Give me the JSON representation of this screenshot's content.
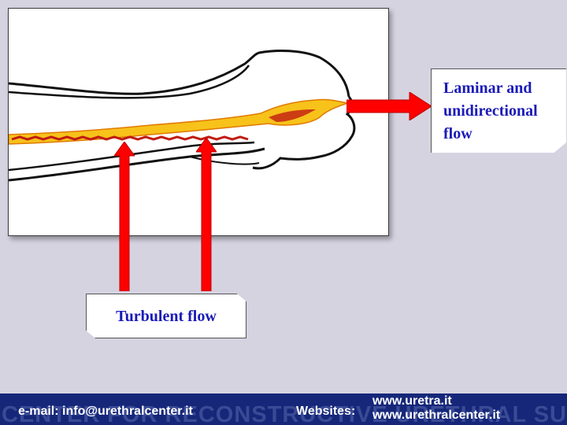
{
  "callouts": {
    "laminar_line1": "Laminar and",
    "laminar_line2": "unidirectional",
    "laminar_line3": "flow",
    "turbulent": "Turbulent flow"
  },
  "footer": {
    "watermark": "CENTER FOR RECONSTRUCTIVE URETHRAL SURGERY",
    "email": "e-mail: info@urethralcenter.it",
    "websites_label": "Websites:",
    "website_1": "www.uretra.it",
    "website_2": "www.urethralcenter.it"
  },
  "colors": {
    "background": "#d6d3e1",
    "footer": "#16277a",
    "callout_text": "#1a1ab8",
    "arrow": "#ff0000",
    "flow_fill": "#f7c21a"
  }
}
